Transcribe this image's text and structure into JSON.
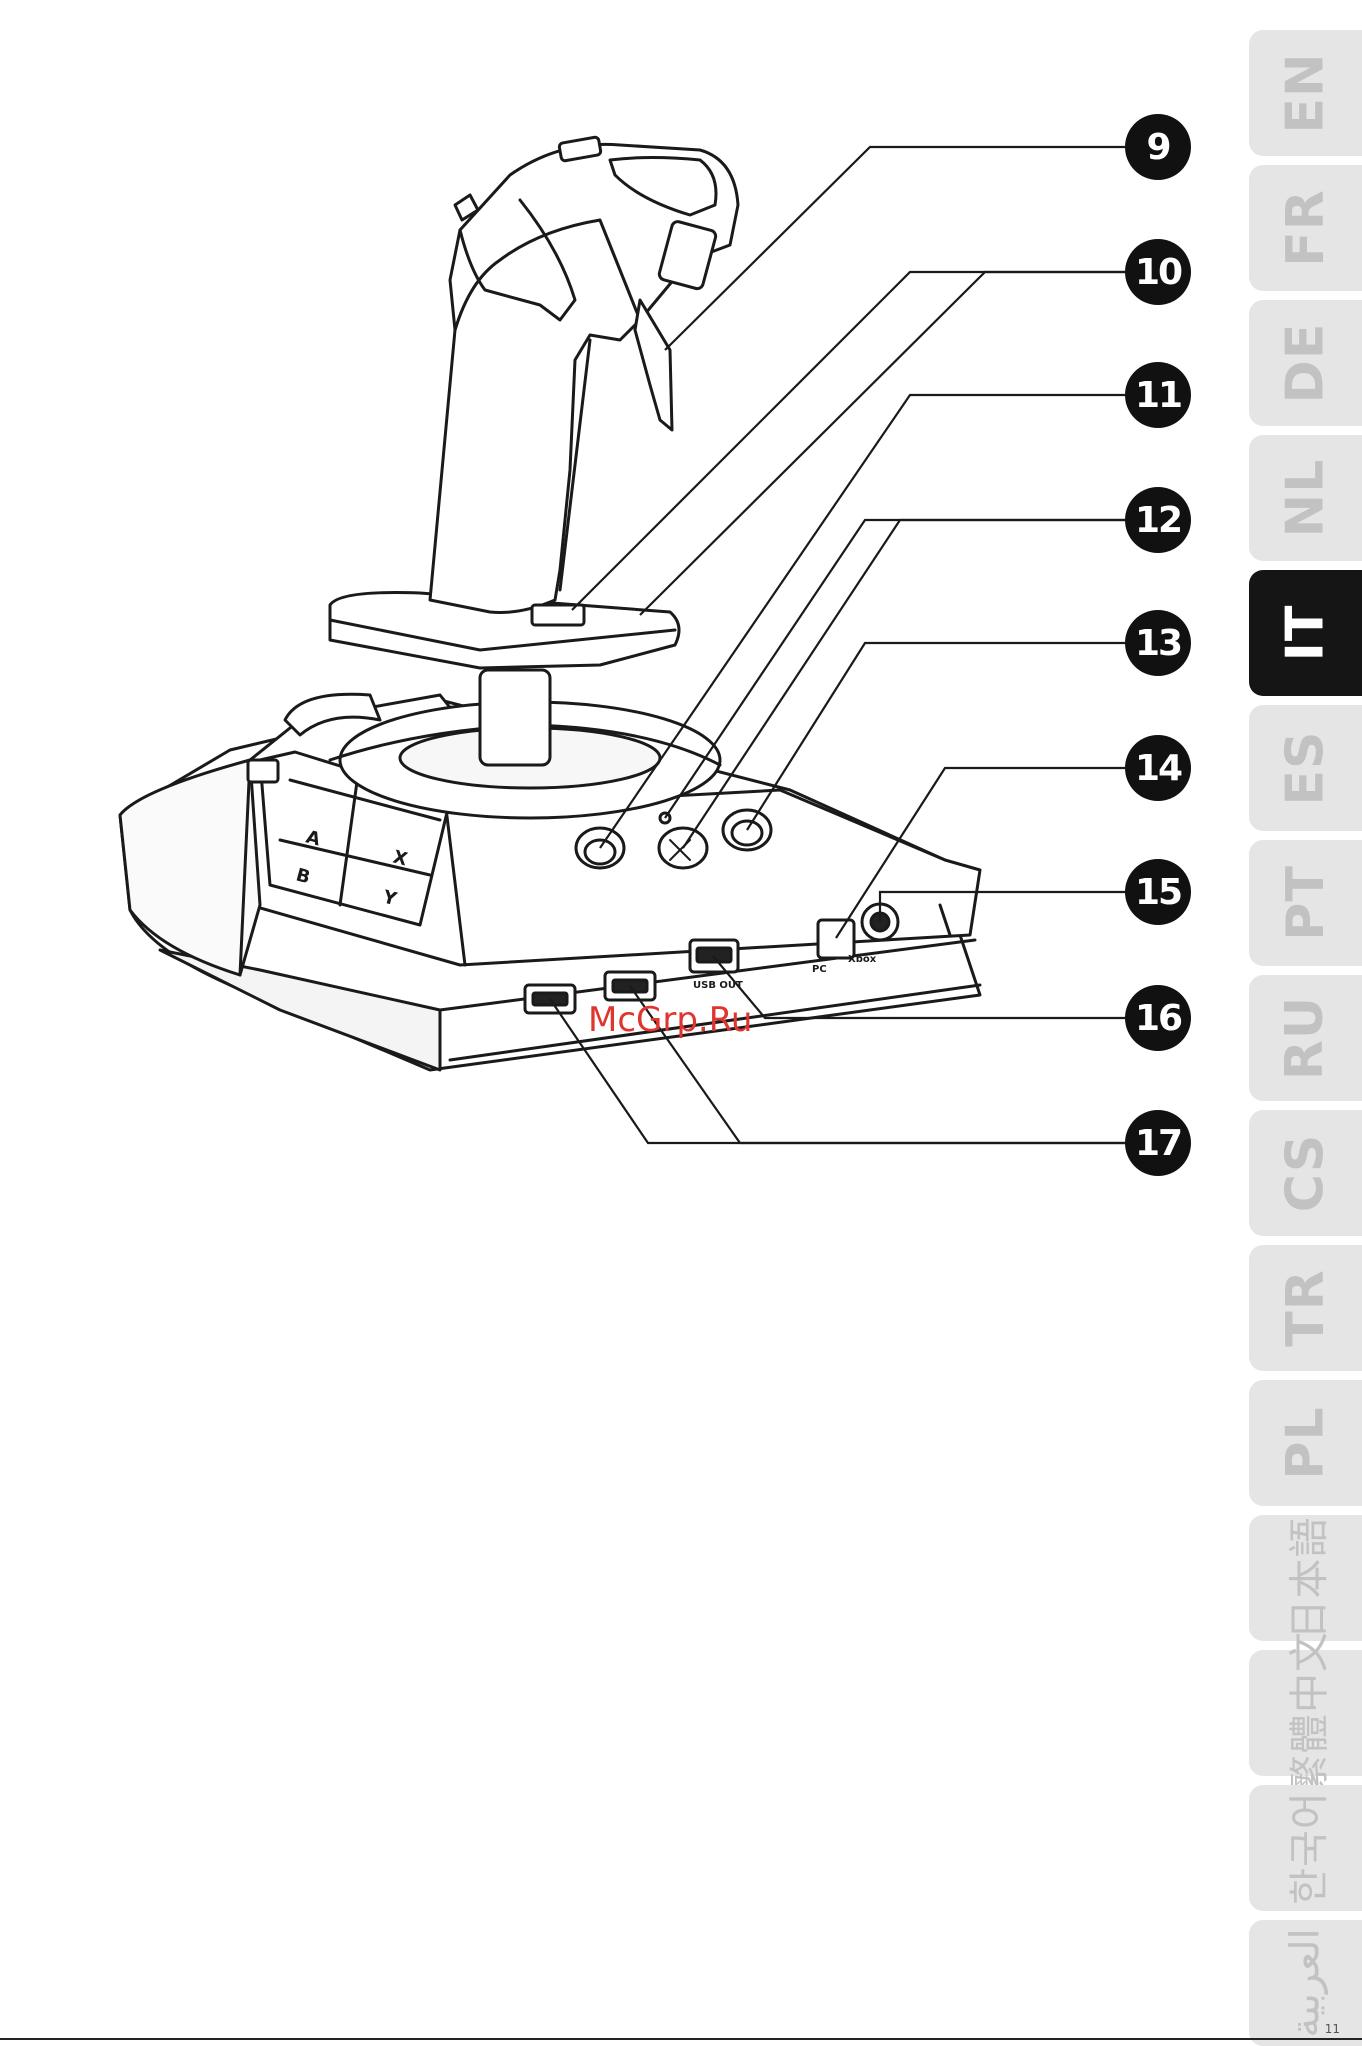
{
  "callouts": [
    "9",
    "10",
    "11",
    "12",
    "13",
    "14",
    "15",
    "16",
    "17"
  ],
  "joystick_labels": {
    "button_a": "A",
    "button_b": "B",
    "button_x": "X",
    "button_y": "Y",
    "port_pc": "PC",
    "port_xbox": "Xbox",
    "port_usb_out": "USB OUT"
  },
  "language_tabs": [
    {
      "label": "EN",
      "active": false
    },
    {
      "label": "FR",
      "active": false
    },
    {
      "label": "DE",
      "active": false
    },
    {
      "label": "NL",
      "active": false
    },
    {
      "label": "IT",
      "active": true
    },
    {
      "label": "ES",
      "active": false
    },
    {
      "label": "PT",
      "active": false
    },
    {
      "label": "RU",
      "active": false
    },
    {
      "label": "CS",
      "active": false
    },
    {
      "label": "TR",
      "active": false
    },
    {
      "label": "PL",
      "active": false
    },
    {
      "label": "日本語",
      "active": false
    },
    {
      "label": "繁體中文",
      "active": false
    },
    {
      "label": "한국어",
      "active": false
    },
    {
      "label": "العربية",
      "active": false
    }
  ],
  "watermark": "McGrp.Ru",
  "page_number": "11",
  "colors": {
    "tab_inactive": "#e5e5e5",
    "tab_active": "#151515",
    "watermark": "#e0352e"
  }
}
